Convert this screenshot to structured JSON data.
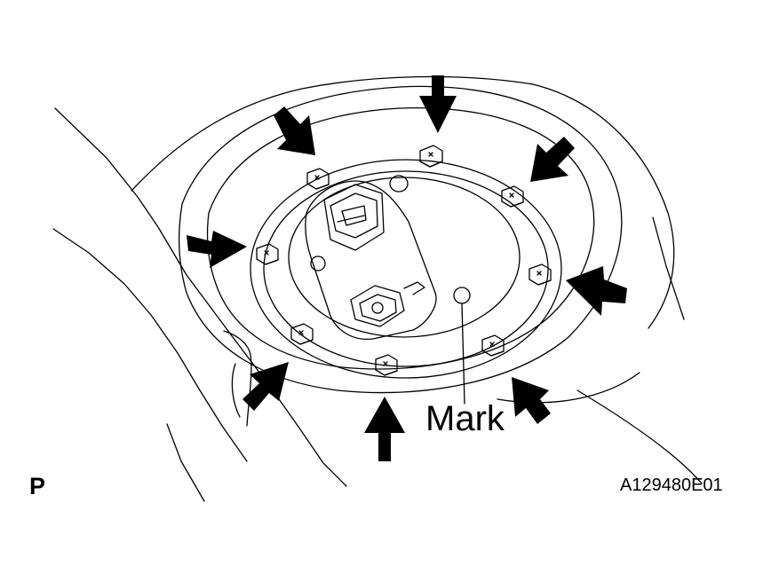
{
  "labels": {
    "mark": "Mark",
    "view": "P",
    "figure_code": "A129480E01"
  },
  "parts": {
    "bolt_count": 8,
    "arrow_count": 8
  },
  "colors": {
    "line": "#000000",
    "background": "#ffffff"
  }
}
